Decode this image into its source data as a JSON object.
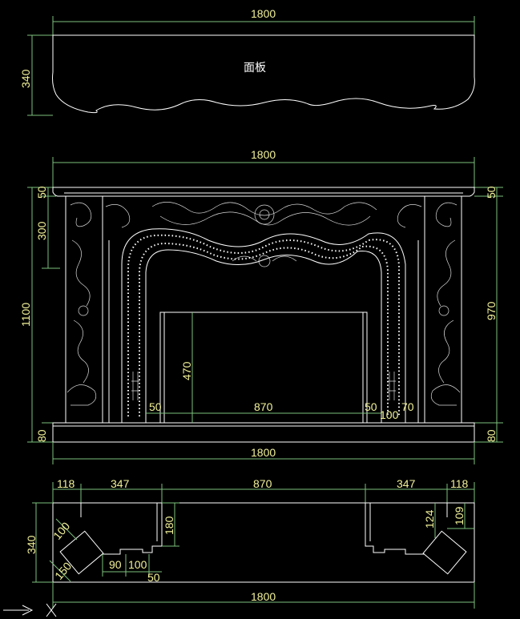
{
  "panel": {
    "label": "面板",
    "dim_width": "1800",
    "dim_height": "340"
  },
  "elevation": {
    "dim_top_width": "1800",
    "dim_mantel_left": "50",
    "dim_mantel_right": "50",
    "dim_frieze": "300",
    "dim_total_height": "1100",
    "dim_right_height": "970",
    "dim_opening_height": "470",
    "dim_left_jamb": "50",
    "dim_opening_width": "870",
    "dim_right_jamb": "50",
    "dim_inner_100": "100",
    "dim_inner_70": "70",
    "dim_base_left": "80",
    "dim_base_right": "80",
    "dim_bottom_width": "1800"
  },
  "plan": {
    "dim_left_118": "118",
    "dim_left_347": "347",
    "dim_center_870": "870",
    "dim_right_347": "347",
    "dim_right_118": "118",
    "dim_depth": "340",
    "dim_180": "180",
    "dim_124": "124",
    "dim_109": "109",
    "dim_100_diag": "100",
    "dim_150_diag": "150",
    "dim_90": "90",
    "dim_100": "100",
    "dim_50": "50",
    "dim_total": "1800"
  },
  "colors": {
    "background": "#000000",
    "linework": "#ffffff",
    "dimension_lines": "#7cc07c",
    "dimension_text": "#f2f29a"
  },
  "icons": [
    "ucs-axis-icon"
  ]
}
